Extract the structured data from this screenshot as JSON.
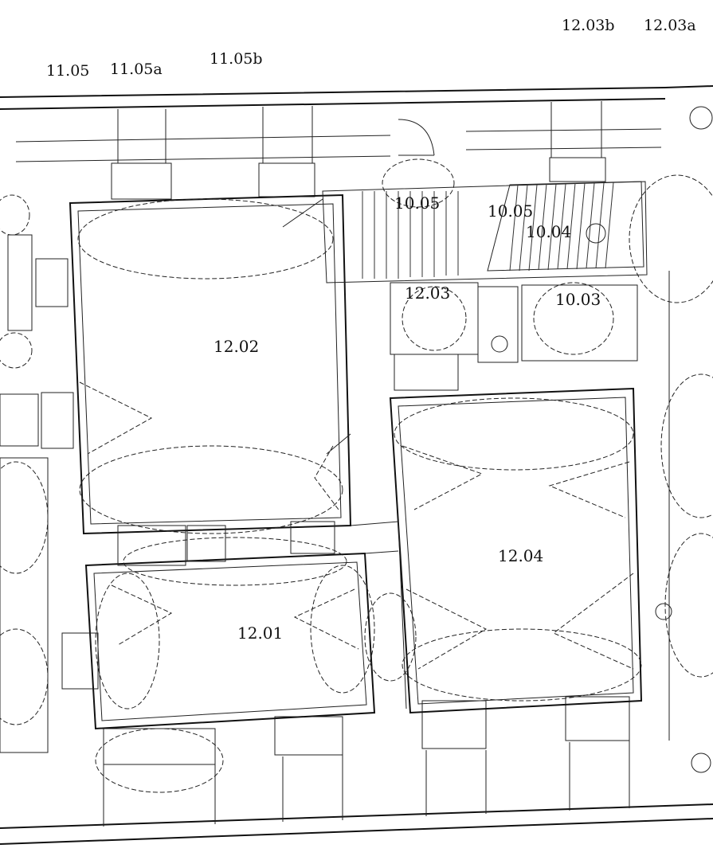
{
  "top_labels": {
    "l1": "11.05",
    "l2": "11.05a",
    "l3": "11.05b",
    "l4": "12.03b",
    "l5": "12.03a"
  },
  "rooms": {
    "r1": "12.02",
    "r2": "12.04",
    "r3": "12.01",
    "r4": "10.05",
    "r5": "10.04",
    "r6": "12.03",
    "r7": "10.03",
    "r8": "10.05"
  }
}
